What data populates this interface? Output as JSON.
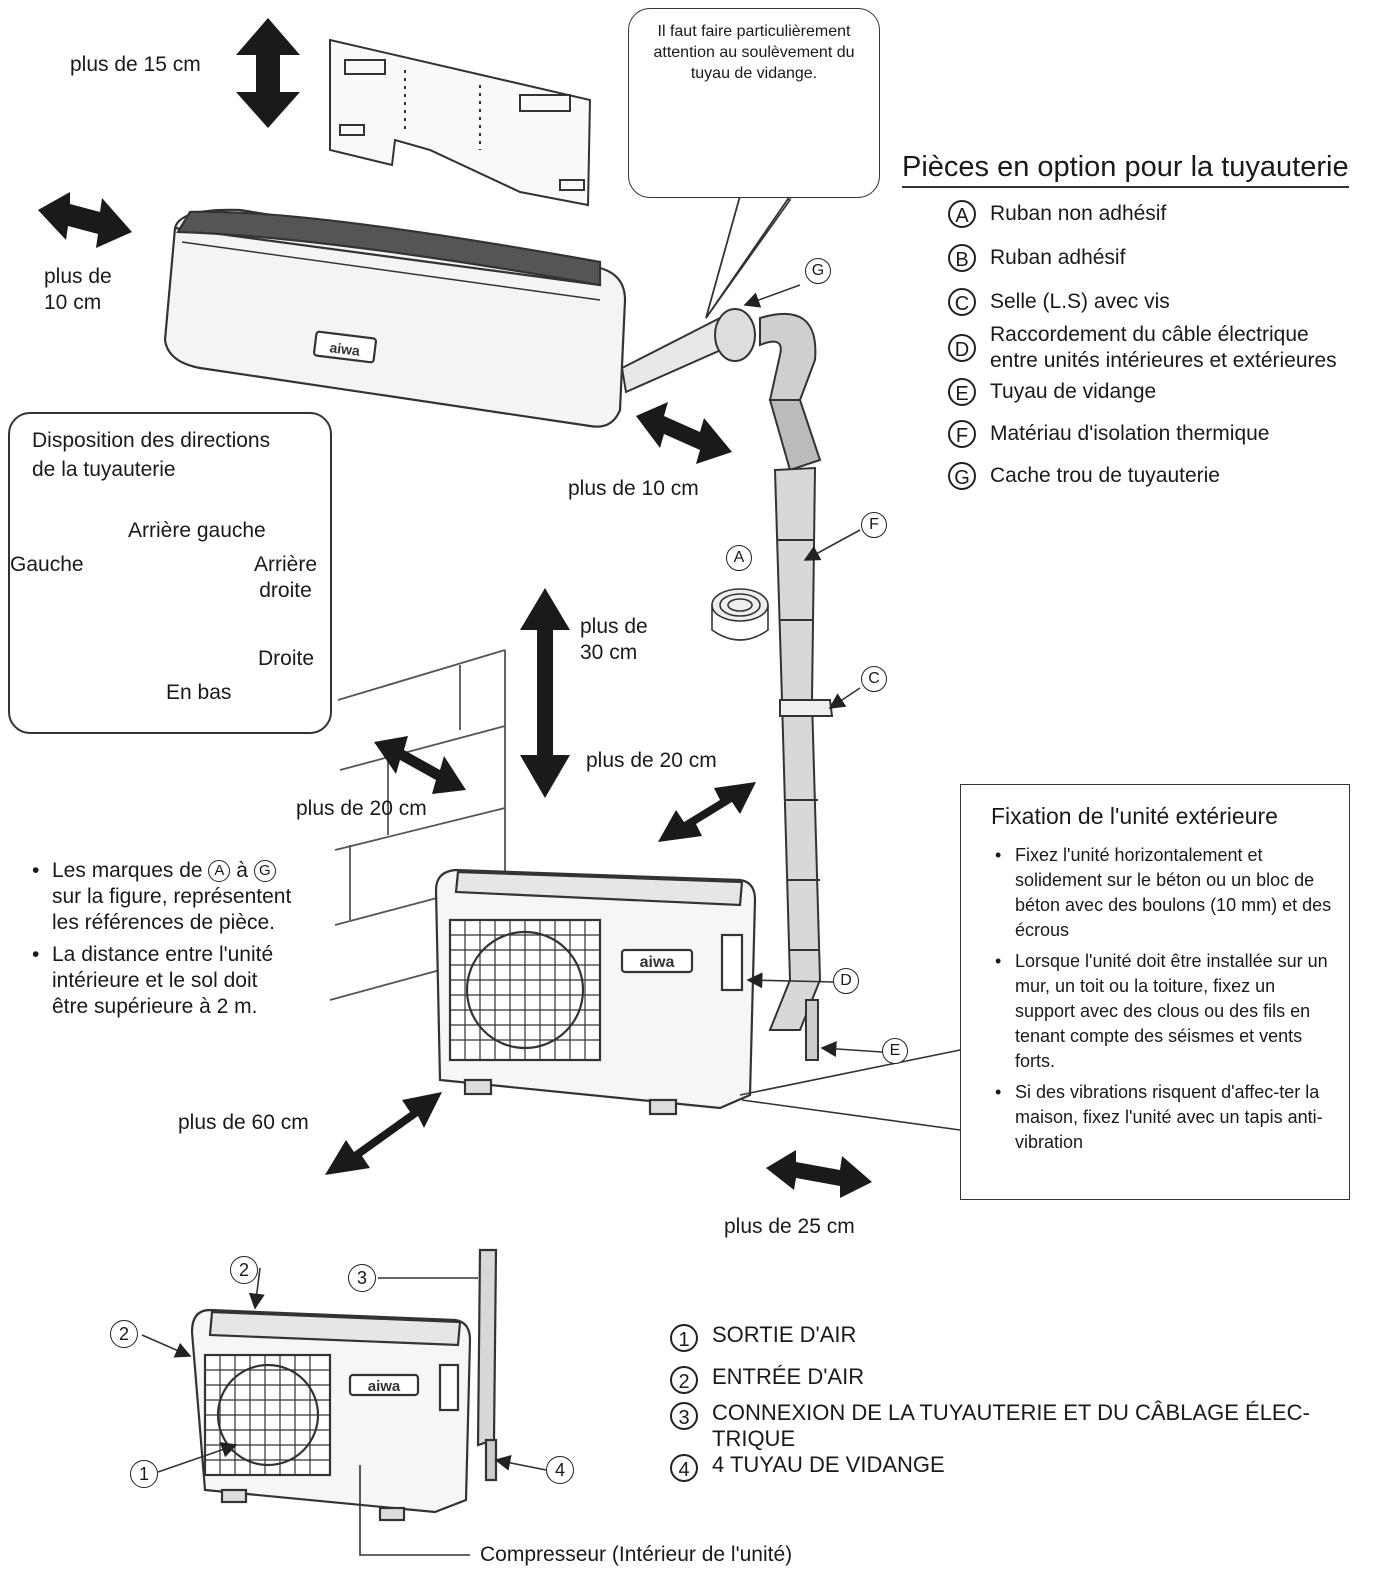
{
  "clearances": {
    "top": "plus de 15 cm",
    "left": "plus de\n10 cm",
    "right": "plus de 10 cm",
    "outdoor_top": "plus de\n30 cm",
    "outdoor_left": "plus de 20 cm",
    "outdoor_right": "plus de 20 cm",
    "outdoor_front": "plus de 60 cm",
    "outdoor_side": "plus de 25 cm"
  },
  "drain_warning": "Il faut faire particulièrement\nattention au soulèvement du\ntuyau de vidange.",
  "brand": "aiwa",
  "options": {
    "title": "Pièces en option pour la tuyauterie",
    "items": [
      {
        "letter": "A",
        "label": "Ruban non adhésif"
      },
      {
        "letter": "B",
        "label": "Ruban adhésif"
      },
      {
        "letter": "C",
        "label": "Selle (L.S) avec vis"
      },
      {
        "letter": "D",
        "label": "Raccordement du câble électrique\nentre unités intérieures et extérieures"
      },
      {
        "letter": "E",
        "label": "Tuyau de vidange"
      },
      {
        "letter": "F",
        "label": "Matériau d'isolation thermique"
      },
      {
        "letter": "G",
        "label": "Cache trou de tuyauterie"
      }
    ]
  },
  "directions": {
    "title": "Disposition des directions\nde la tuyauterie",
    "rear_left": "Arrière gauche",
    "left": "Gauche",
    "rear_right": "Arrière\ndroite",
    "right": "Droite",
    "bottom": "En bas"
  },
  "notes": {
    "n1_a": "Les marques de",
    "n1_from": "A",
    "n1_to": "à",
    "n1_end": "G",
    "n1_b": "sur la figure, représentent\nles références de pièce.",
    "n2": "La distance entre l'unité\nintérieure et le sol doit\nêtre supérieure à 2 m."
  },
  "fixation": {
    "title": "Fixation de l'unité extérieure",
    "items": [
      "Fixez l'unité horizontalement et solidement sur le béton ou un bloc de béton avec des boulons (10 mm) et des écrous",
      "Lorsque l'unité doit être installée sur un mur, un toit ou la toiture, fixez un support avec des clous ou des fils en tenant compte des séismes et vents forts.",
      "Si des vibrations risquent d'affec-ter la maison, fixez l'unité avec un tapis anti-vibration"
    ]
  },
  "legend": {
    "items": [
      {
        "num": "1",
        "label": "SORTIE D'AIR"
      },
      {
        "num": "2",
        "label": "ENTRÉE D'AIR"
      },
      {
        "num": "3",
        "label": "CONNEXION DE LA TUYAUTERIE ET DU CÂBLAGE ÉLEC-\nTRIQUE"
      },
      {
        "num": "4",
        "label": "4 TUYAU DE VIDANGE"
      }
    ],
    "compressor": "Compresseur (Intérieur de l'unité)"
  },
  "callouts": {
    "A": "A",
    "C": "C",
    "D": "D",
    "E": "E",
    "F": "F",
    "G": "G",
    "n1": "1",
    "n2": "2",
    "n2b": "2",
    "n3": "3",
    "n4": "4"
  }
}
